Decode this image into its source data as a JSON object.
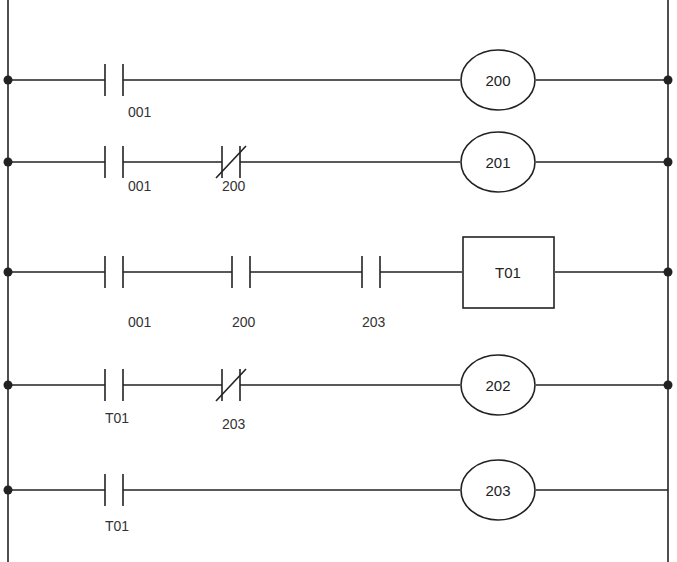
{
  "diagram": {
    "nodes": [
      {
        "text": [
          "200"
        ]
      },
      {
        "text": [
          "201"
        ]
      },
      {
        "text": [
          "T01"
        ]
      },
      {
        "text": [
          "202"
        ]
      },
      {
        "text": [
          "203"
        ]
      }
    ],
    "labels": [
      "001",
      "001",
      "200",
      "001",
      "200",
      "203",
      "T01",
      "203",
      "T01"
    ]
  }
}
